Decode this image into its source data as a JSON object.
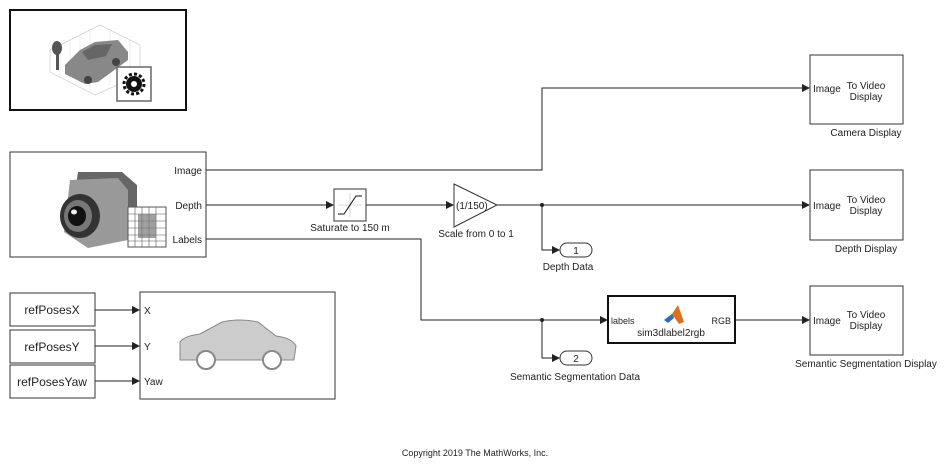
{
  "blocks": {
    "scene_config": {
      "icon": "scene-configuration-gear-icon"
    },
    "camera": {
      "ports": [
        "Image",
        "Depth",
        "Labels"
      ],
      "icon": "camera-icon"
    },
    "saturation": {
      "name": "Saturate to 150 m"
    },
    "gain": {
      "value": "(1/150)",
      "name": "Scale from 0 to 1"
    },
    "outport1": {
      "number": "1",
      "name": "Depth Data"
    },
    "outport2": {
      "number": "2",
      "name": "Semantic Segmentation Data"
    },
    "matlab_fn": {
      "input": "labels",
      "output": "RGB",
      "name": "sim3dlabel2rgb",
      "icon": "matlab-logo-icon"
    },
    "camera_display": {
      "port": "Image",
      "title": "To Video",
      "title2": "Display",
      "name": "Camera Display"
    },
    "depth_display": {
      "port": "Image",
      "title": "To Video",
      "title2": "Display",
      "name": "Depth Display"
    },
    "seg_display": {
      "port": "Image",
      "title": "To Video",
      "title2": "Display",
      "name": "Semantic Segmentation Display"
    },
    "refX": {
      "name": "refPosesX"
    },
    "refY": {
      "name": "refPosesY"
    },
    "refYaw": {
      "name": "refPosesYaw"
    },
    "vehicle": {
      "ports": [
        "X",
        "Y",
        "Yaw"
      ],
      "icon": "car-silhouette-icon"
    }
  },
  "footer": {
    "copyright": "Copyright 2019 The MathWorks, Inc."
  },
  "colors": {
    "matlab_orange": "#e16d1f",
    "matlab_blue": "#2f6fb5"
  }
}
